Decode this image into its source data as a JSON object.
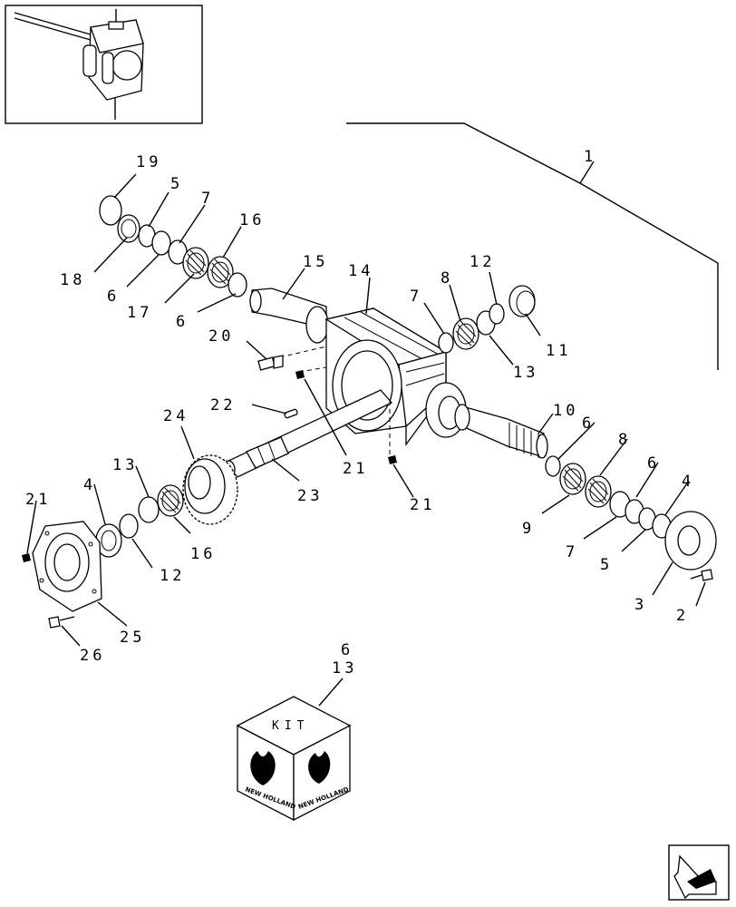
{
  "callouts": {
    "c1": "1",
    "c19": "19",
    "c5a": "5",
    "c7a": "7",
    "c16a": "16",
    "c18": "18",
    "c6a": "6",
    "c17": "17",
    "c6b": "6",
    "c15": "15",
    "c14": "14",
    "c8a": "8",
    "c12a": "12",
    "c7b": "7",
    "c20": "20",
    "c13a": "13",
    "c11": "11",
    "c22": "22",
    "c24": "24",
    "c21a": "21",
    "c10": "10",
    "c6c": "6",
    "c13b": "13",
    "c23": "23",
    "c21b": "21",
    "c8b": "8",
    "c6d": "6",
    "c4a": "4",
    "c21c": "21",
    "c4b": "4",
    "c16b": "16",
    "c12b": "12",
    "c9": "9",
    "c7c": "7",
    "c5b": "5",
    "c3": "3",
    "c2": "2",
    "c25": "25",
    "c26": "26",
    "kit6": "6",
    "kit13": "13"
  },
  "kit": {
    "label": "KIT",
    "brand_left": "NEW HOLLAND",
    "brand_right": "NEW HOLLAND"
  },
  "icons": {
    "inset": "gearbox-inset-icon",
    "nav": "next-page-arrow-icon"
  }
}
